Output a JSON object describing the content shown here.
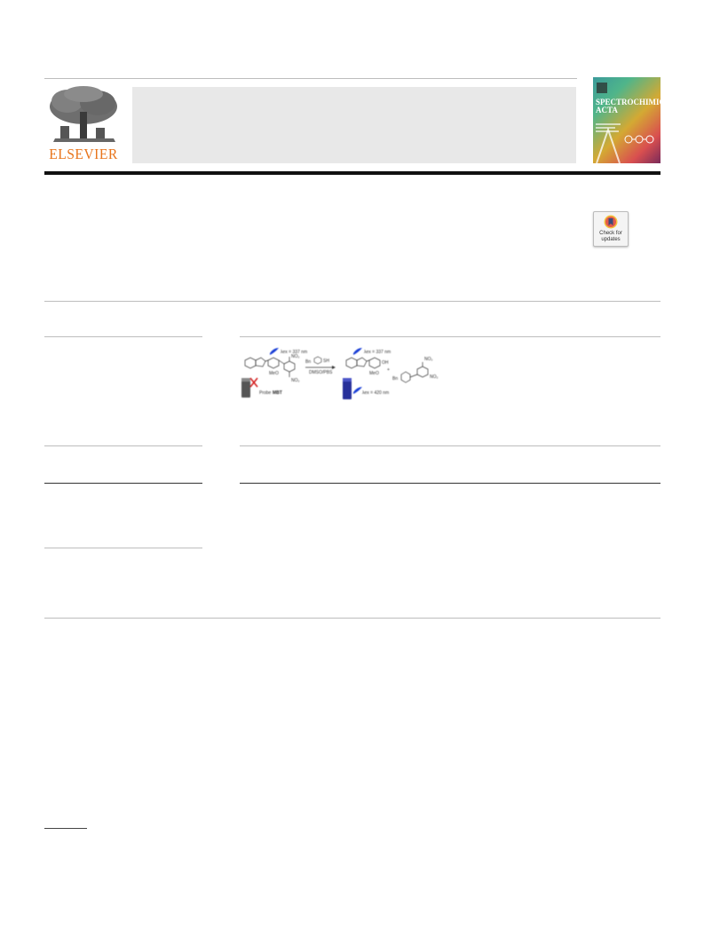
{
  "header": {
    "publisher_logo_text": "ELSEVIER",
    "cover_title_line1": "SPECTROCHIMICA",
    "cover_title_line2": "ACTA"
  },
  "badge": {
    "line1": "Check for",
    "line2": "updates"
  },
  "graphical_abstract": {
    "lambda_top_left": "λex = 337 nm",
    "lambda_top_right": "λex = 337 nm",
    "lambda_bottom_right": "λex = 420 nm",
    "substituent_meo_left": "MeO",
    "substituent_meo_right": "MeO",
    "substituent_no2_a": "NO₂",
    "substituent_no2_b": "NO₂",
    "substituent_no2_c": "NO₂",
    "substituent_no2_d": "NO₂",
    "reagent_label": "Bn",
    "reagent_sh": "SH",
    "reagent_oh": "OH",
    "product_bn": "Bn",
    "solvent": "DMSO/PBS",
    "plus": "+",
    "probe_label": "Probe",
    "probe_name": "MBT"
  },
  "colors": {
    "logo_orange": "#e8741b",
    "journal_bar": "#e8e8e8",
    "rule_dark": "#111111"
  }
}
